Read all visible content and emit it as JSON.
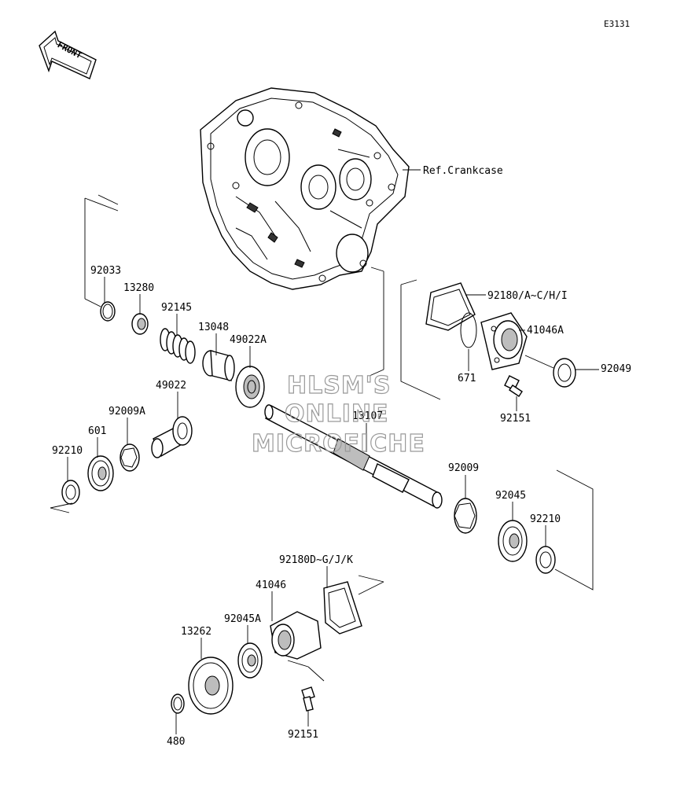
{
  "diagram": {
    "code": "E3131",
    "front_label": "FRONT",
    "ref_label": "Ref.Crankcase",
    "watermark": [
      "HLSM'S",
      "ONLINE",
      "MICROFICHE"
    ],
    "parts": [
      {
        "id": "92033",
        "label": "92033"
      },
      {
        "id": "13280",
        "label": "13280"
      },
      {
        "id": "92145",
        "label": "92145"
      },
      {
        "id": "13048",
        "label": "13048"
      },
      {
        "id": "49022A",
        "label": "49022A"
      },
      {
        "id": "49022",
        "label": "49022"
      },
      {
        "id": "92009A",
        "label": "92009A"
      },
      {
        "id": "601",
        "label": "601"
      },
      {
        "id": "92210-left",
        "label": "92210"
      },
      {
        "id": "13107",
        "label": "13107"
      },
      {
        "id": "92180-upper",
        "label": "92180/A~C/H/I"
      },
      {
        "id": "41046A",
        "label": "41046A"
      },
      {
        "id": "92049",
        "label": "92049"
      },
      {
        "id": "671",
        "label": "671"
      },
      {
        "id": "92151-upper",
        "label": "92151"
      },
      {
        "id": "92009",
        "label": "92009"
      },
      {
        "id": "92045",
        "label": "92045"
      },
      {
        "id": "92210-right",
        "label": "92210"
      },
      {
        "id": "92180-lower",
        "label": "92180D~G/J/K"
      },
      {
        "id": "41046",
        "label": "41046"
      },
      {
        "id": "92045A",
        "label": "92045A"
      },
      {
        "id": "13262",
        "label": "13262"
      },
      {
        "id": "480",
        "label": "480"
      },
      {
        "id": "92151-lower",
        "label": "92151"
      }
    ]
  }
}
